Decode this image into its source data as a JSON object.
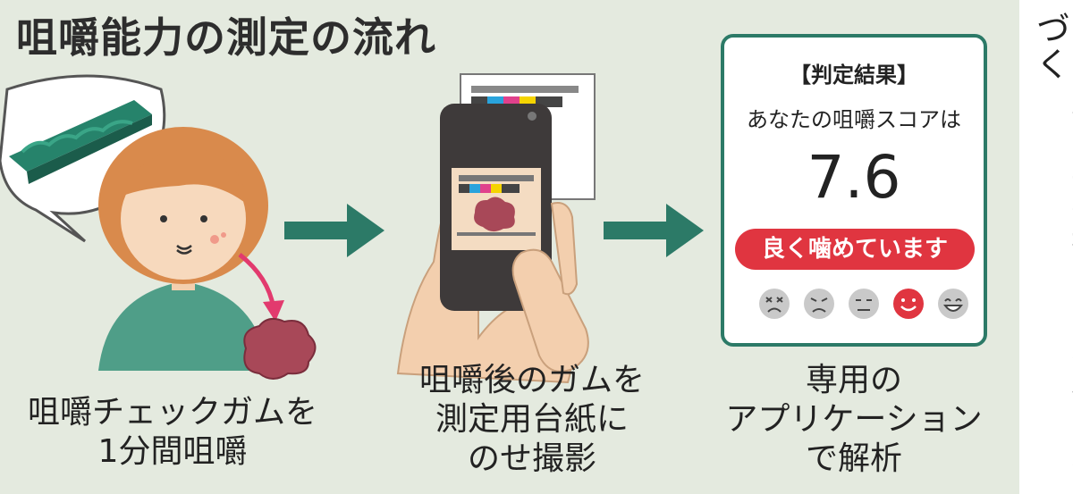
{
  "title": "咀嚼能力の測定の流れ",
  "sidebar": {
    "note": "※池邉一典教授への取材に基づく"
  },
  "steps": [
    {
      "caption": [
        "咀嚼チェックガムを",
        "1分間咀嚼"
      ]
    },
    {
      "caption": [
        "咀嚼後のガムを",
        "測定用台紙に",
        "のせ撮影"
      ]
    },
    {
      "caption": [
        "専用の",
        "アプリケーション",
        "で解析"
      ]
    }
  ],
  "result_card": {
    "heading": "【判定結果】",
    "subtitle": "あなたの咀嚼スコアは",
    "score": "7.6",
    "badge": "良く噛めています",
    "faces": [
      "face-bad",
      "face-sad",
      "face-neutral",
      "face-good",
      "face-very-good"
    ],
    "highlight_index": 3
  },
  "colors": {
    "background": "#e4eadf",
    "accent_green": "#2c7a67",
    "badge_red": "#e03540",
    "gum": "#a84858",
    "arrow_pink": "#e23a6e",
    "shirt": "#4f9e88",
    "hair": "#d98a4c"
  }
}
